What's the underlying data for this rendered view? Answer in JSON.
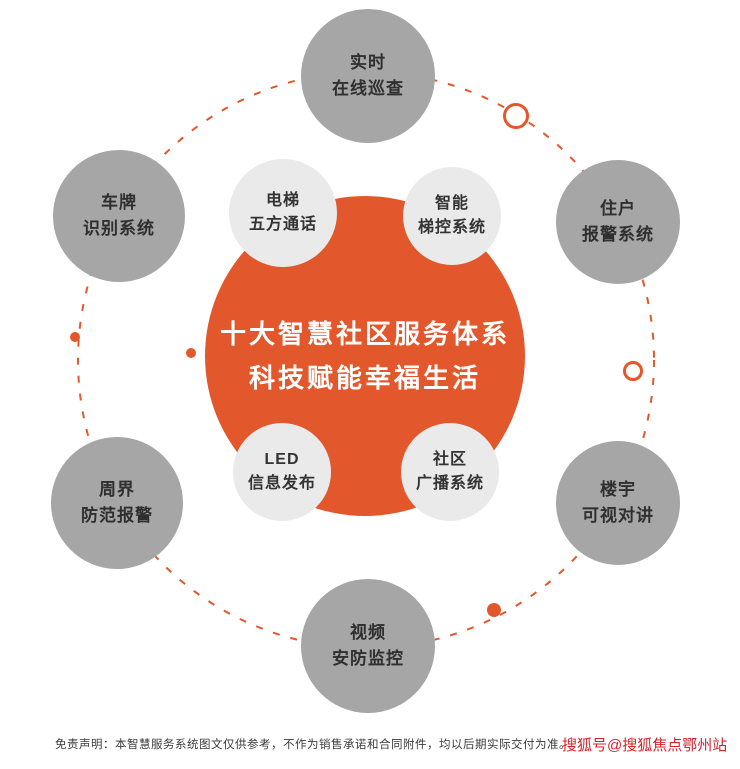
{
  "center": {
    "line1": "十大智慧社区服务体系",
    "line2": "科技赋能幸福生活"
  },
  "inner_nodes": [
    {
      "id": "elevator-five-party-intercom",
      "line1": "电梯",
      "line2": "五方通话"
    },
    {
      "id": "smart-elevator-control",
      "line1": "智能",
      "line2": "梯控系统"
    },
    {
      "id": "led-info-release",
      "line1": "LED",
      "line2": "信息发布"
    },
    {
      "id": "community-broadcast",
      "line1": "社区",
      "line2": "广播系统"
    }
  ],
  "outer_nodes": [
    {
      "id": "realtime-online-patrol",
      "line1": "实时",
      "line2": "在线巡查"
    },
    {
      "id": "plate-recognition-system",
      "line1": "车牌",
      "line2": "识别系统"
    },
    {
      "id": "resident-alarm-system",
      "line1": "住户",
      "line2": "报警系统"
    },
    {
      "id": "perimeter-alarm",
      "line1": "周界",
      "line2": "防范报警"
    },
    {
      "id": "building-video-intercom",
      "line1": "楼宇",
      "line2": "可视对讲"
    },
    {
      "id": "video-security-monitor",
      "line1": "视频",
      "line2": "安防监控"
    }
  ],
  "footer": {
    "disclaimer": "免责声明：本智慧服务系统图文仅供参考，不作为销售承诺和合同附件，均以后期实际交付为准。",
    "watermark": "搜狐号@搜狐焦点鄂州站"
  },
  "colors": {
    "accent": "#e2582c",
    "center_circle": "#e2582c",
    "inner_circle": "#eaeaea",
    "outer_circle": "#a6a6a6",
    "watermark_red": "#d0242b"
  }
}
